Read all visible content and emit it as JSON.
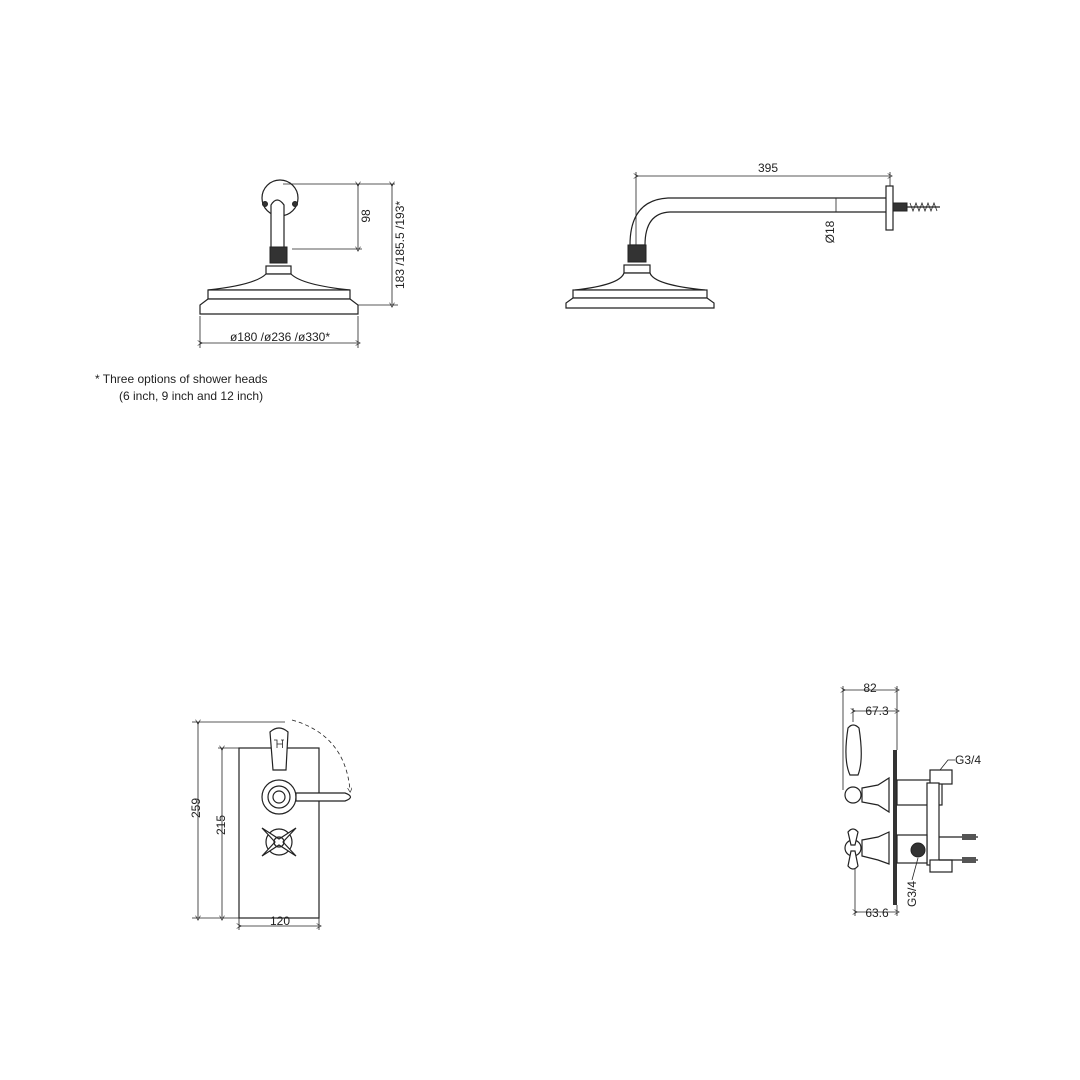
{
  "shower_head_front": {
    "dim_height_arm": "98",
    "dim_height_total": "183 /185.5 /193*",
    "dim_diameter": "ø180 /ø236 /ø330*"
  },
  "note": {
    "line1": "* Three options of shower heads",
    "line2": "(6 inch, 9 inch and 12 inch)"
  },
  "shower_head_side": {
    "dim_arm_length": "395",
    "dim_arm_diameter": "Ø18"
  },
  "valve_front": {
    "dim_outer_height": "259",
    "dim_plate_height": "215",
    "dim_plate_width": "120"
  },
  "valve_side": {
    "dim_depth_total": "82",
    "dim_depth_lever": "67.3",
    "dim_depth_cross": "63.6",
    "outlet_top": "G3/4",
    "outlet_bottom": "G3/4"
  }
}
